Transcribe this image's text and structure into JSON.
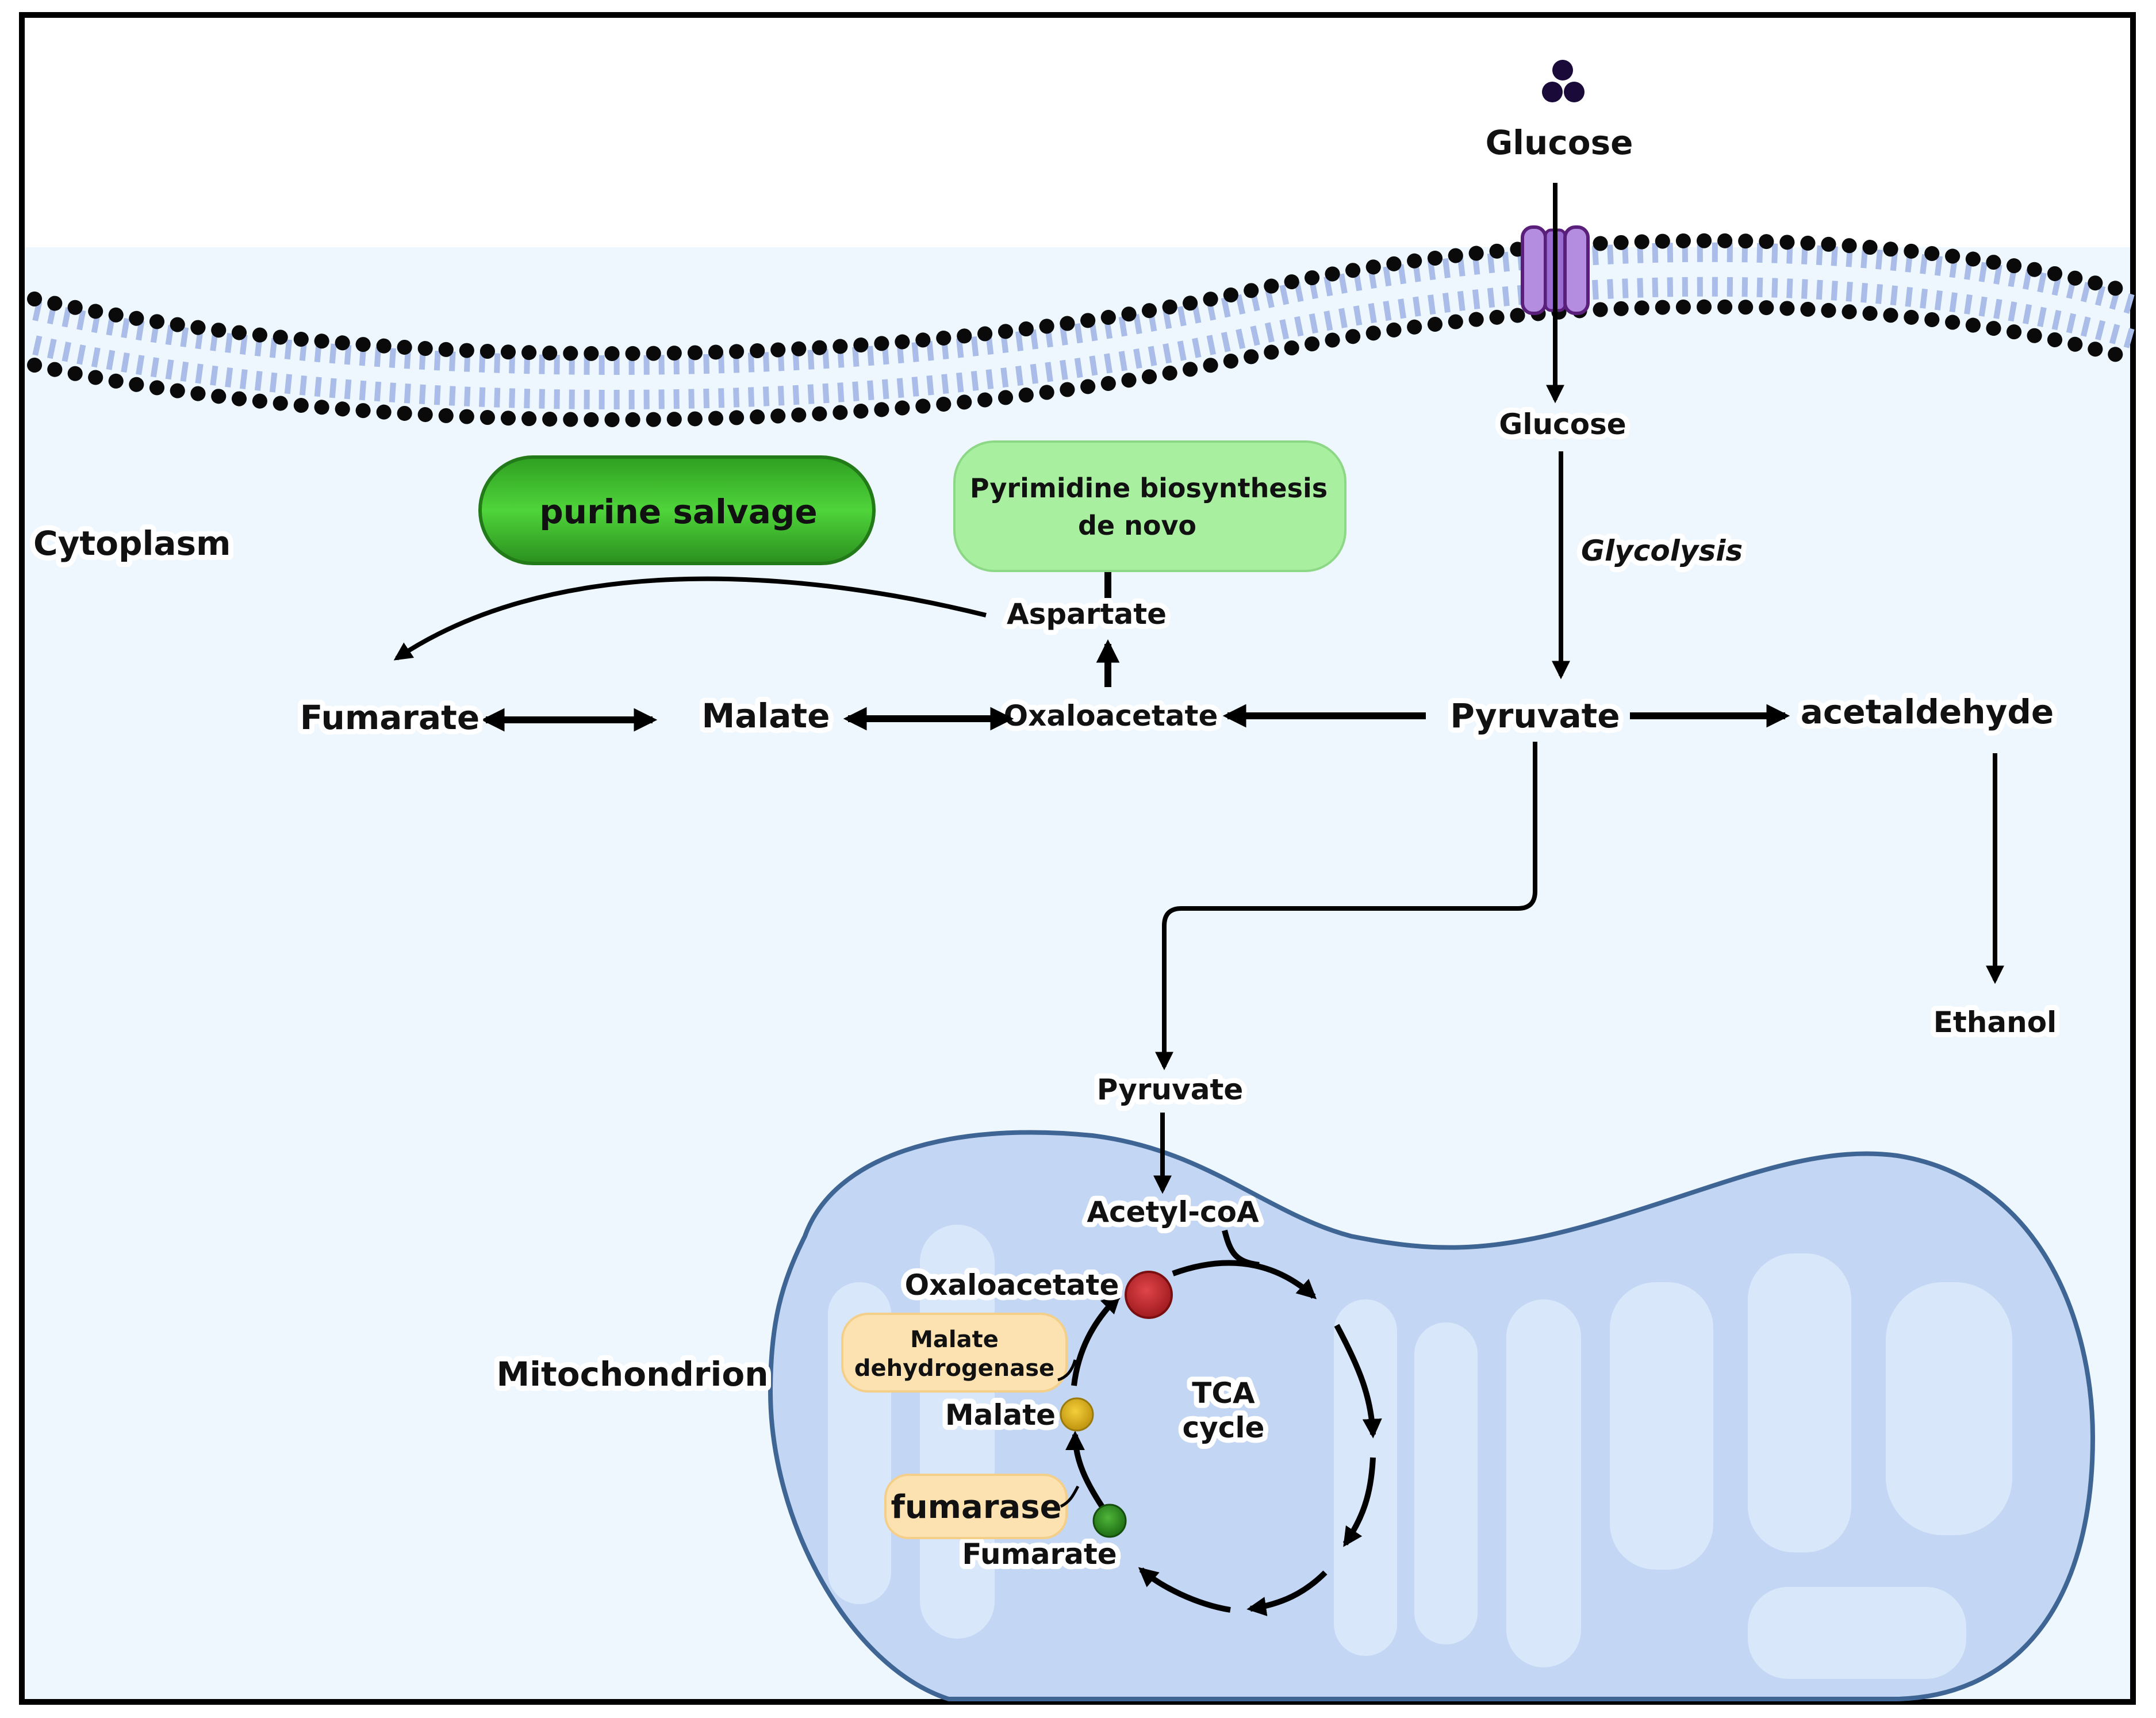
{
  "figure": {
    "title": "Cellular glucose metabolism: cytoplasm and mitochondrion",
    "colors": {
      "frame": "#000000",
      "cytoplasm_bg": "#eef7fd",
      "membrane_head": "#0a0a0a",
      "membrane_tail": "#a9bde8",
      "transporter": "#b48de0",
      "transporter_outline": "#5a1f7a",
      "glucose_icon": "#1a0a3a",
      "purine_box": "#3bb82b",
      "pyrimidine_box": "#a8f0a0",
      "mito_outer": "#c3d6f3",
      "mito_inner": "#d9e7fb",
      "mito_outline": "#3e6594",
      "enzyme_box": "#fbe2b0",
      "oxaloacetate_dot": "#c4282b",
      "malate_dot": "#dfb524",
      "fumarate_dot": "#2e8b1e"
    }
  },
  "compartments": {
    "cytoplasm": "Cytoplasm",
    "mitochondrion": "Mitochondrion"
  },
  "extracellular": {
    "glucose": "Glucose",
    "glucose_icon": "glucose-molecule-icon"
  },
  "cytoplasm": {
    "glucose": "Glucose",
    "glycolysis": "Glycolysis",
    "pyruvate": "Pyruvate",
    "acetaldehyde": "acetaldehyde",
    "ethanol": "Ethanol",
    "oxaloacetate": "Oxaloacetate",
    "malate": "Malate",
    "fumarate": "Fumarate",
    "aspartate": "Aspartate",
    "purine_salvage": "purine salvage",
    "pyrimidine_line1": "Pyrimidine biosynthesis",
    "pyrimidine_line2": "de novo"
  },
  "mitochondrion": {
    "pyruvate": "Pyruvate",
    "acetyl_coa": "Acetyl-coA",
    "oxaloacetate": "Oxaloacetate",
    "malate": "Malate",
    "fumarate": "Fumarate",
    "tca_line1": "TCA",
    "tca_line2": "cycle",
    "enzyme_mdh_line1": "Malate",
    "enzyme_mdh_line2": "dehydrogenase",
    "enzyme_fumarase": "fumarase"
  },
  "edges": [
    {
      "from": "Glucose (extracellular)",
      "to": "Glucose (cytoplasm)",
      "type": "transport"
    },
    {
      "from": "Glucose",
      "to": "Pyruvate",
      "label": "Glycolysis"
    },
    {
      "from": "Pyruvate",
      "to": "acetaldehyde"
    },
    {
      "from": "acetaldehyde",
      "to": "Ethanol"
    },
    {
      "from": "Pyruvate",
      "to": "Oxaloacetate"
    },
    {
      "from": "Oxaloacetate",
      "to": "Malate",
      "bidirectional": true
    },
    {
      "from": "Malate",
      "to": "Fumarate",
      "bidirectional": true
    },
    {
      "from": "Oxaloacetate",
      "to": "Aspartate"
    },
    {
      "from": "Aspartate",
      "to": "Pyrimidine biosynthesis de novo"
    },
    {
      "from": "Aspartate",
      "to": "Fumarate",
      "via": "purine salvage"
    },
    {
      "from": "Pyruvate (cytoplasm)",
      "to": "Pyruvate (mitochondrion)"
    },
    {
      "from": "Pyruvate",
      "to": "Acetyl-coA"
    },
    {
      "from": "Acetyl-coA",
      "to": "TCA cycle"
    },
    {
      "from": "Fumarate",
      "to": "Malate",
      "enzyme": "fumarase"
    },
    {
      "from": "Malate",
      "to": "Oxaloacetate",
      "enzyme": "Malate dehydrogenase"
    }
  ]
}
